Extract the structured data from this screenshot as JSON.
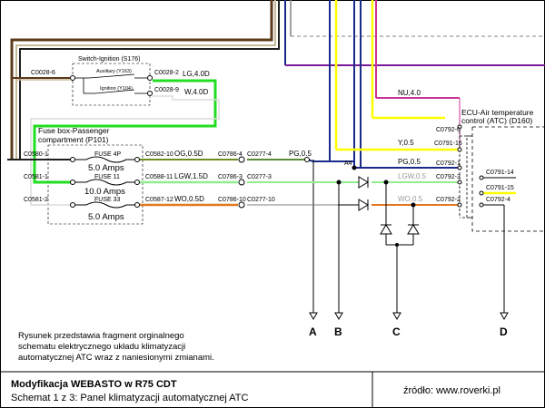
{
  "components": {
    "switch_ignition": "Switch-Ignition (S176)",
    "auxiliary": "Auxiliary (Y163)",
    "ignition": "Ignition (Y104)",
    "fuse_box_1": "Fuse box-Passenger",
    "fuse_box_2": "compartment (P101)",
    "ecu_1": "ECU-Air temperature",
    "ecu_2": "control (ATC) (D160)"
  },
  "connectors": {
    "c0028_6": "C0028-6",
    "c0028_2": "C0028-2",
    "c0028_9": "C0028-9",
    "c0580_1": "C0580-1",
    "c0581_1": "C0581-1",
    "c0581_2": "C0581-2",
    "c0582_10": "C0582-10",
    "c0588_11": "C0588-11",
    "c0587_12": "C0587-12",
    "c0786_4": "C0786-4",
    "c0277_4": "C0277-4",
    "c0786_3": "C0786-3",
    "c0277_3": "C0277-3",
    "c0786_10": "C0786-10",
    "c0277_10": "C0277-10",
    "c0792_6": "C0792-6",
    "c0791_16": "C0791-16",
    "c0792_1": "C0792-1",
    "c0792_3": "C0792-3",
    "c0792_2": "C0792-2",
    "c0791_14": "C0791-14",
    "c0791_15": "C0791-15",
    "c0792_x": "C0792-4"
  },
  "fuses": {
    "f4_name": "FUSE 4P",
    "f4_amps": "5.0 Amps",
    "f11_name": "FUSE 11",
    "f11_amps": "10.0 Amps",
    "f33_name": "FUSE 33",
    "f33_amps": "5.0 Amps"
  },
  "wires": {
    "lg_4": "LG,4.0D",
    "w_4": "W,4.0D",
    "og": "OG,0.5D",
    "lgw": "LGW,1.5D",
    "wo": "WO,0.5D",
    "pg": "PG,0.5",
    "nu": "NU,4.0",
    "y": "Y,0.5",
    "pg2": "PG,0.5",
    "lgw2": "LGW,0.5",
    "wo2": "WO,0.5",
    "a4": "A4"
  },
  "outputs": [
    "A",
    "B",
    "C",
    "D"
  ],
  "description": [
    "Rysunek przedstawia fragment orginalnego",
    "schematu elektrycznego układu klimatyzacji",
    "automatycznej ATC wraz z naniesionymi zmianami."
  ],
  "footer": {
    "title": "Modyfikacja WEBASTO w R75 CDT",
    "subtitle": "Schemat 1 z 3: Panel klimatyzacji automatycznej ATC",
    "source": "źródło: www.roverki.pl"
  },
  "colors": {
    "brown": "#5a3a1a",
    "green": "#22dd22",
    "olive": "#6b8e23",
    "lightgreen": "#90ee90",
    "orange": "#e07820",
    "yellow": "#ffff00",
    "purple": "#7a1a9a",
    "navy": "#1a2a8a",
    "pink": "#cc3399",
    "grey": "#909090",
    "black": "#000000"
  }
}
